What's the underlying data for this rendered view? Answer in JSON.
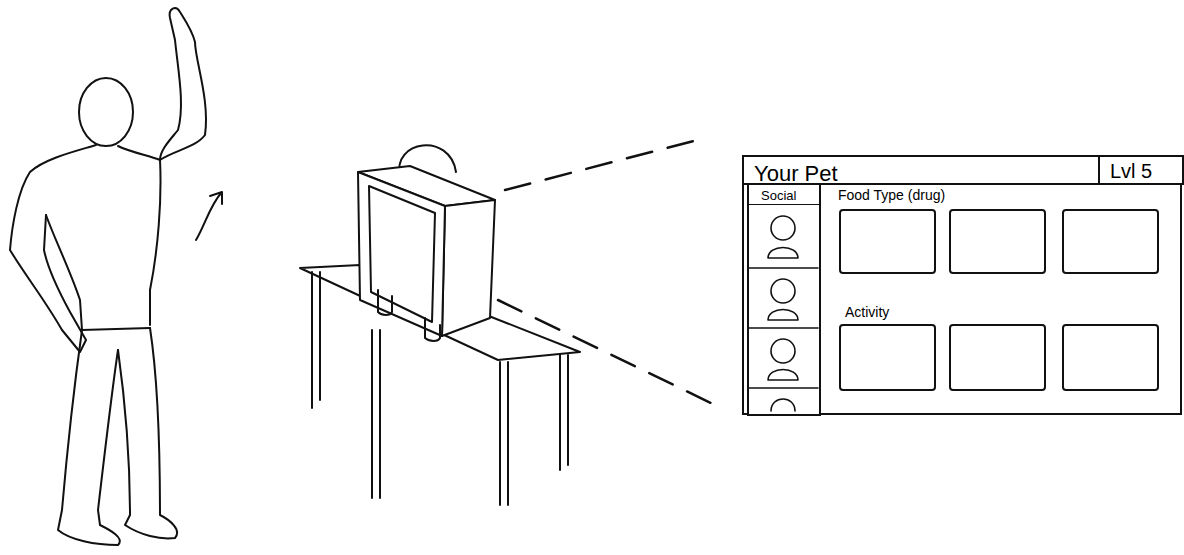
{
  "diagram": {
    "nodes": [
      {
        "text": [
          "Your Pet"
        ]
      },
      {
        "text": [
          "Lvl 5"
        ],
        "in": 0
      },
      {
        "text": [
          "Social"
        ],
        "in": 0
      }
    ],
    "labels": [
      "Food Type (drug)",
      "Activity"
    ]
  }
}
